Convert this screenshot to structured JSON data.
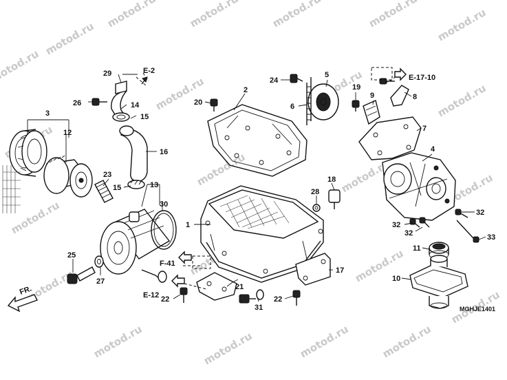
{
  "watermark": "motod.ru",
  "diagram_code": "MGHJE1401",
  "front_marker": "FR.",
  "references": {
    "e2": "E-2",
    "e17_10": "E-17-10",
    "f41": "F-41",
    "e12": "E-12"
  },
  "callouts": {
    "c1": "1",
    "c2": "2",
    "c3": "3",
    "c4": "4",
    "c5": "5",
    "c6": "6",
    "c7": "7",
    "c8": "8",
    "c9": "9",
    "c10": "10",
    "c11": "11",
    "c12": "12",
    "c13": "13",
    "c14": "14",
    "c15a": "15",
    "c15b": "15",
    "c16": "16",
    "c17": "17",
    "c18": "18",
    "c19": "19",
    "c20": "20",
    "c21": "21",
    "c22a": "22",
    "c22b": "22",
    "c23": "23",
    "c24": "24",
    "c25": "25",
    "c26": "26",
    "c27": "27",
    "c28": "28",
    "c29": "29",
    "c30": "30",
    "c31": "31",
    "c32a": "32",
    "c32b": "32",
    "c32c": "32",
    "c33": "33"
  }
}
